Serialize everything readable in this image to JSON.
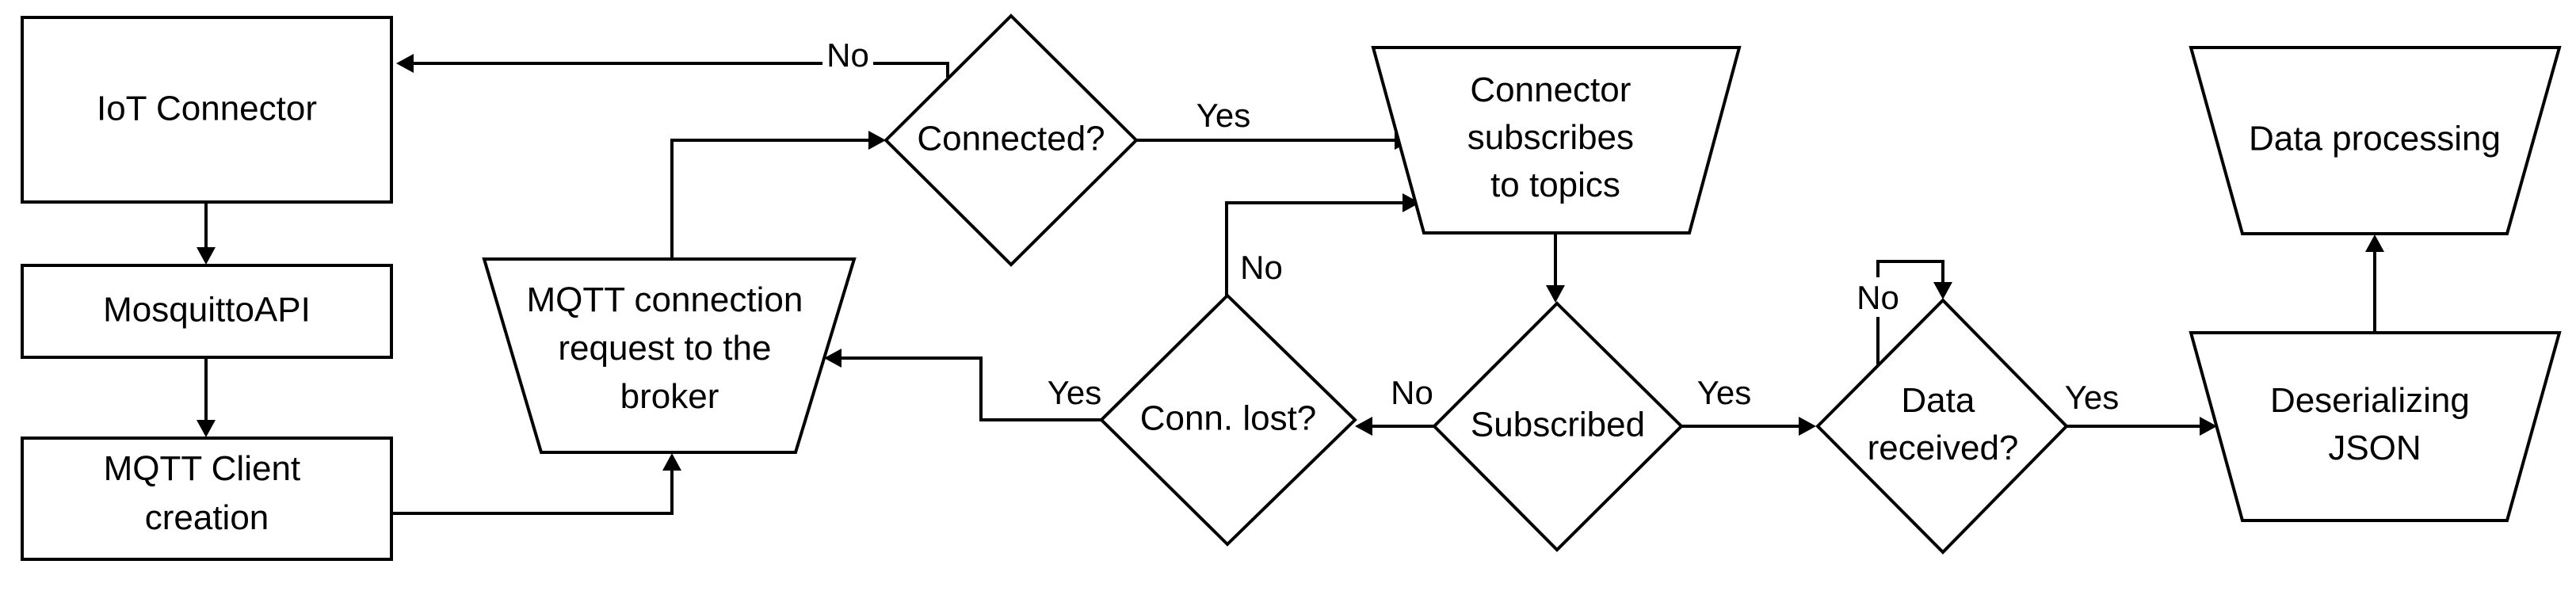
{
  "nodes": {
    "iot_connector": "IoT Connector",
    "mosquitto_api": "MosquittoAPI",
    "mqtt_client": [
      "MQTT Client",
      "creation"
    ],
    "mqtt_request": [
      "MQTT connection",
      "request to the",
      "broker"
    ],
    "connected": "Connected?",
    "subscribes": [
      "Connector",
      "subscribes",
      "to topics"
    ],
    "conn_lost": "Conn. lost?",
    "subscribed": "Subscribed",
    "data_received": [
      "Data",
      "received?"
    ],
    "deserializing": [
      "Deserializing",
      "JSON"
    ],
    "data_processing": "Data processing"
  },
  "edge_labels": {
    "connected_no": "No",
    "connected_yes": "Yes",
    "conn_lost_no": "No",
    "conn_lost_yes": "Yes",
    "subscribed_no": "No",
    "subscribed_yes": "Yes",
    "data_received_no": "No",
    "data_received_yes": "Yes"
  }
}
